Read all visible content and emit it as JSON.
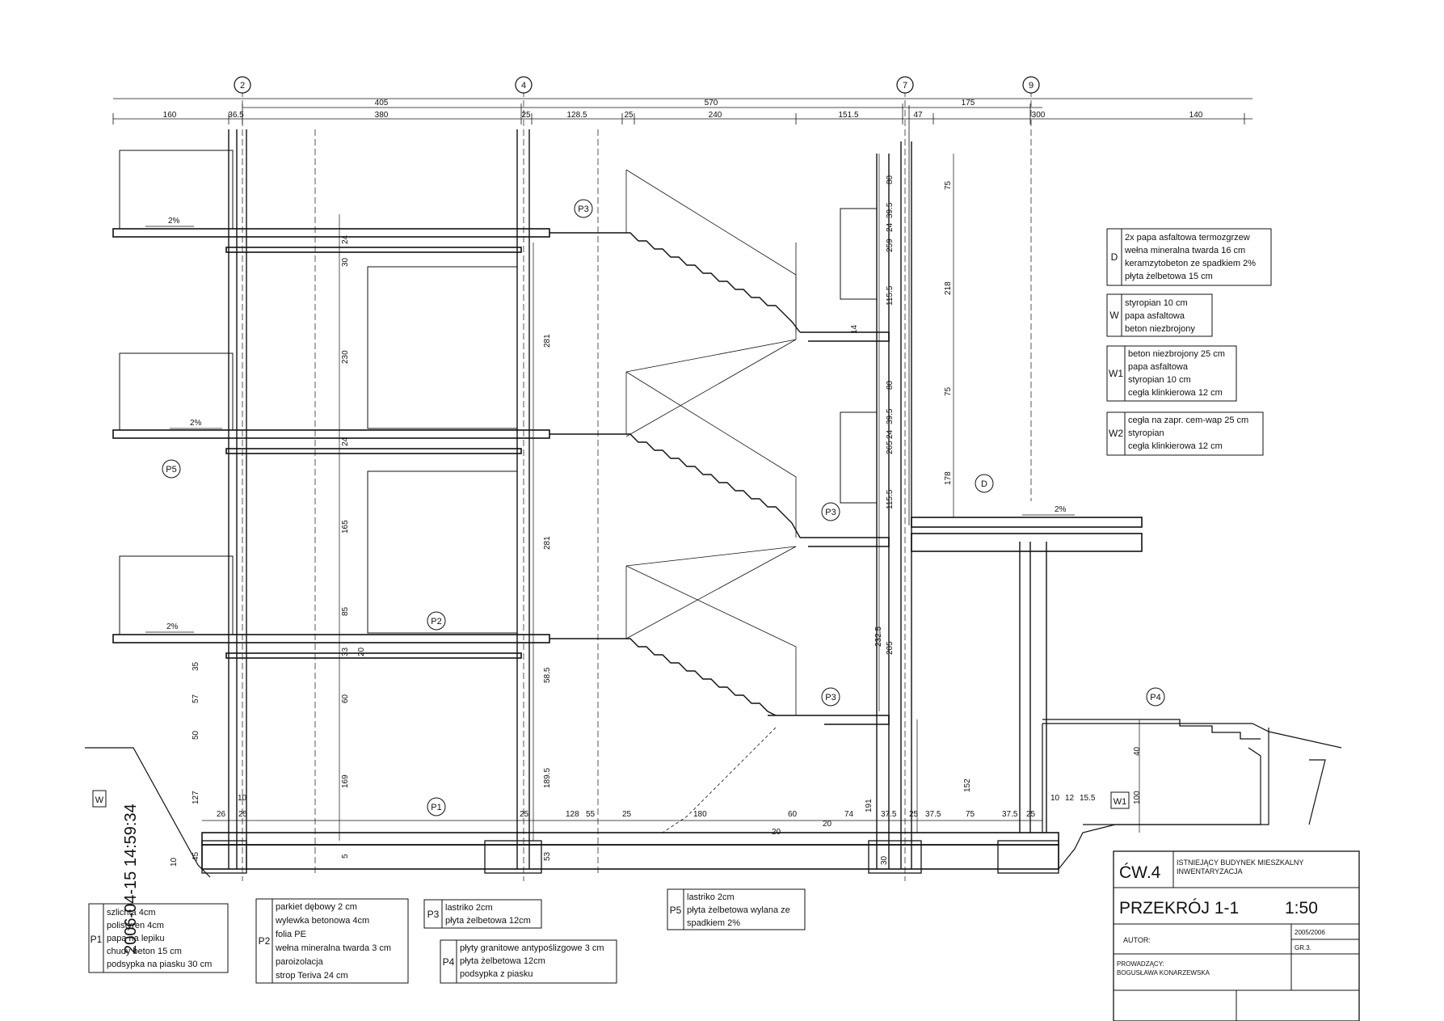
{
  "axes": [
    {
      "label": "2"
    },
    {
      "label": "4"
    },
    {
      "label": "7"
    },
    {
      "label": "9"
    }
  ],
  "dims_top_row1": [
    "405",
    "570",
    "175"
  ],
  "dims_top_row2": [
    "160",
    "36.5",
    "380",
    "25",
    "128.5",
    "25",
    "240",
    "151.5",
    "47",
    "300",
    "140"
  ],
  "dims_vertical": [
    "80",
    "259",
    "115.5",
    "80",
    "265",
    "115.5",
    "232.5",
    "205",
    "281",
    "281",
    "230",
    "165",
    "85",
    "60",
    "169",
    "189.5",
    "58.5",
    "75",
    "218",
    "75",
    "178",
    "152",
    "100",
    "40",
    "14",
    "24",
    "30",
    "24",
    "24",
    "39.5",
    "24",
    "39.5",
    "20",
    "33",
    "35",
    "57",
    "50",
    "127",
    "45",
    "10",
    "53",
    "5",
    "30"
  ],
  "dims_bottom": [
    "26",
    "25",
    "10",
    "25",
    "128",
    "55",
    "25",
    "180",
    "60",
    "74",
    "37.5",
    "25",
    "37.5",
    "75",
    "37.5",
    "25",
    "10",
    "12",
    "15.5",
    "191",
    "20",
    "20"
  ],
  "slopes": [
    "2%",
    "2%",
    "2%",
    "2%"
  ],
  "tags": {
    "p1": "P1",
    "p2": "P2",
    "p3": "P3",
    "p4": "P4",
    "p5": "P5",
    "d": "D",
    "w": "W",
    "w1": "W1"
  },
  "legend_right": [
    {
      "code": "D",
      "lines": [
        "2x papa asfaltowa termozgrzew",
        "wełna mineralna twarda 16 cm",
        "keramzytobeton ze spadkiem 2%",
        "płyta żelbetowa 15 cm"
      ]
    },
    {
      "code": "W",
      "lines": [
        "styropian 10 cm",
        "papa asfaltowa",
        "beton niezbrojony"
      ]
    },
    {
      "code": "W1",
      "lines": [
        "beton niezbrojony 25 cm",
        "papa asfaltowa",
        "styropian 10 cm",
        "cegła klinkierowa 12 cm"
      ]
    },
    {
      "code": "W2",
      "lines": [
        "cegła na zapr. cem-wap 25 cm",
        "styropian",
        "cegła klinkierowa 12 cm"
      ]
    }
  ],
  "legend_bottom": [
    {
      "code": "P1",
      "lines": [
        "szlichta 4cm",
        "polistyren 4cm",
        "papa na lepiku",
        "chudy beton 15 cm",
        "podsypka na piasku 30 cm"
      ]
    },
    {
      "code": "P2",
      "lines": [
        "parkiet dębowy 2 cm",
        "wylewka betonowa 4cm",
        "folia PE",
        "wełna mineralna twarda 3 cm",
        "paroizolacja",
        "strop Teriva 24 cm"
      ]
    },
    {
      "code": "P3",
      "lines": [
        "lastriko 2cm",
        "płyta żelbetowa 12cm"
      ]
    },
    {
      "code": "P4",
      "lines": [
        "płyty granitowe antypoślizgowe 3 cm",
        "płyta żelbetowa 12cm",
        "podsypka z piasku"
      ]
    },
    {
      "code": "P5",
      "lines": [
        "lastriko 2cm",
        "płyta żelbetowa wylana ze",
        "spadkiem 2%"
      ]
    }
  ],
  "title_block": {
    "exercise": "ĆW.4",
    "subtitle_line1": "ISTNIEJĄCY BUDYNEK MIESZKALNY",
    "subtitle_line2": "INWENTARYZACJA",
    "title": "PRZEKRÓJ 1-1",
    "scale": "1:50",
    "author_label": "AUTOR:",
    "year": "2005/2006",
    "group": "GR.3.",
    "supervisor_label": "PROWADZĄCY:",
    "supervisor_name": "BOGUSŁAWA KONARZEWSKA"
  },
  "stamp": "2006-04-15 14:59:34"
}
